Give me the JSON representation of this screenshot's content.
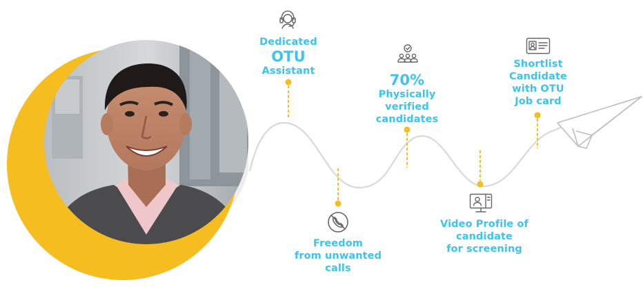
{
  "brand": {
    "accent": "#3cc3ee",
    "yellow": "#f5bd1f",
    "path_gray": "#d7d7d7",
    "icon_gray": "#666666"
  },
  "features": [
    {
      "id": "assistant",
      "icon": "headset-icon",
      "lines": [
        "Dedicated"
      ],
      "emphasis": "OTU",
      "lines_after": [
        "Assistant"
      ]
    },
    {
      "id": "verified",
      "icon": "verified-group-icon",
      "emphasis": "70%",
      "lines_after": [
        "Physically",
        "verified",
        "candidates"
      ]
    },
    {
      "id": "jobcard",
      "icon": "id-card-icon",
      "lines": [
        "Shortlist",
        "Candidate",
        "with OTU",
        "Job card"
      ]
    },
    {
      "id": "nocalls",
      "icon": "no-calls-icon",
      "lines": [
        "Freedom",
        "from unwanted",
        "calls"
      ]
    },
    {
      "id": "video",
      "icon": "video-profile-icon",
      "lines": [
        "Video Profile of",
        "candidate",
        "for screening"
      ]
    }
  ]
}
